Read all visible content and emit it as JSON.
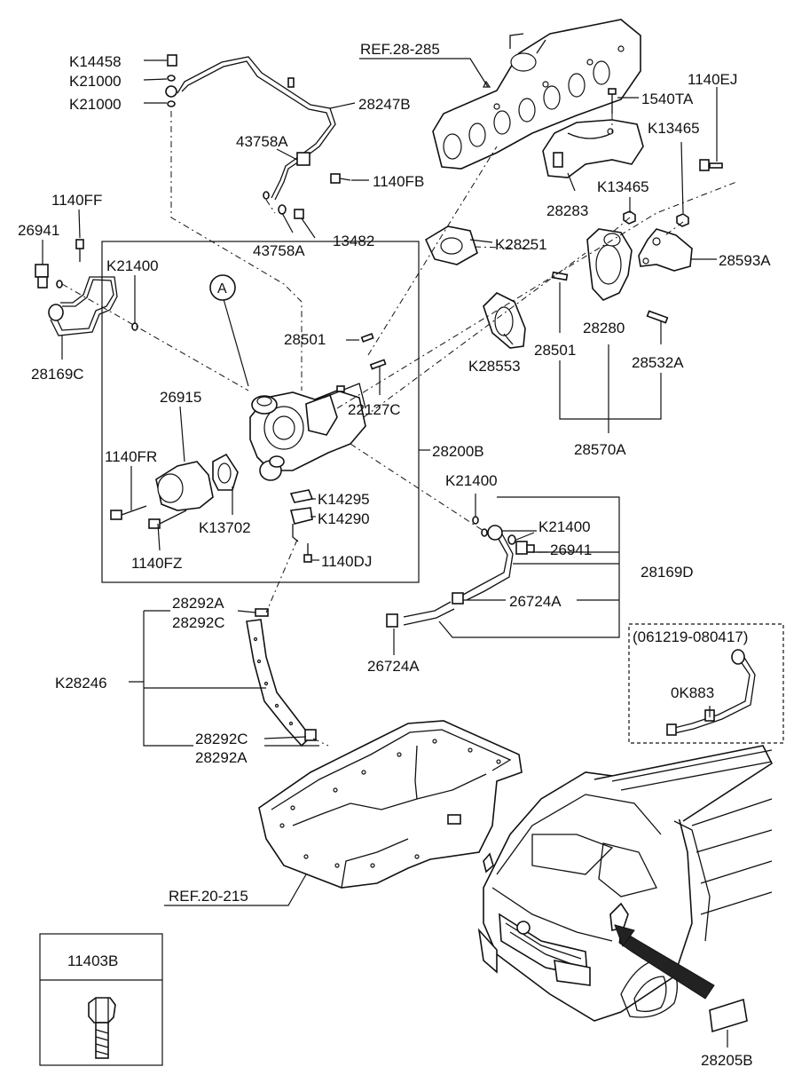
{
  "labels": {
    "ref_28_285": "REF.28-285",
    "k14458": "K14458",
    "k21000_a": "K21000",
    "k21000_b": "K21000",
    "p28247b": "28247B",
    "p1140ej": "1140EJ",
    "p1540ta": "1540TA",
    "k13465_a": "K13465",
    "k13465_b": "K13465",
    "p43758a_top": "43758A",
    "p1140fb": "1140FB",
    "p43758a_bot": "43758A",
    "p13482": "13482",
    "p28283": "28283",
    "k28251": "K28251",
    "p28593a": "28593A",
    "p1140ff": "1140FF",
    "p26941_a": "26941",
    "k21400_a": "K21400",
    "callout_a": "A",
    "p28169c": "28169C",
    "p28501_a": "28501",
    "k28553": "K28553",
    "p28280": "28280",
    "p28501_b": "28501",
    "p28532a": "28532A",
    "p26915": "26915",
    "p22127c": "22127C",
    "p28570a": "28570A",
    "p28200b": "28200B",
    "p1140fr": "1140FR",
    "k21400_b": "K21400",
    "k14295": "K14295",
    "k14290": "K14290",
    "k13702": "K13702",
    "k21400_c": "K21400",
    "p26941_b": "26941",
    "p28169d": "28169D",
    "p1140fz": "1140FZ",
    "p1140dj": "1140DJ",
    "p26724a_a": "26724A",
    "p28292a_top": "28292A",
    "p28292c_top": "28292C",
    "p26724a_b": "26724A",
    "date_range": "(061219-080417)",
    "p0k883": "0K883",
    "k28246": "K28246",
    "p28292c_bot": "28292C",
    "p28292a_bot": "28292A",
    "ref_20_215": "REF.20-215",
    "p11403b": "11403B",
    "p28205b": "28205B"
  }
}
